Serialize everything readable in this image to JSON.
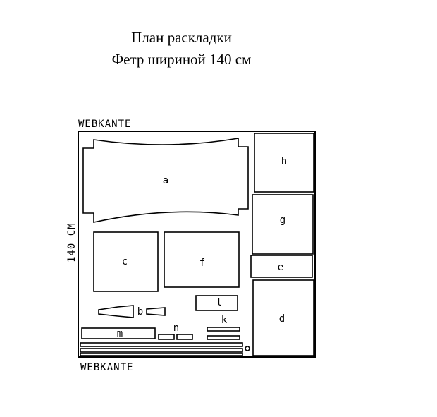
{
  "title": {
    "line1": "План раскладки",
    "line2": "Фетр шириной 140 см"
  },
  "edges": {
    "top": "WEBKANTE",
    "bottom": "WEBKANTE",
    "side": "140 CM"
  },
  "pieces": {
    "a": "a",
    "b": "b",
    "c": "c",
    "d": "d",
    "e": "e",
    "f": "f",
    "g": "g",
    "h": "h",
    "k": "k",
    "l": "l",
    "m": "m",
    "n": "n"
  }
}
